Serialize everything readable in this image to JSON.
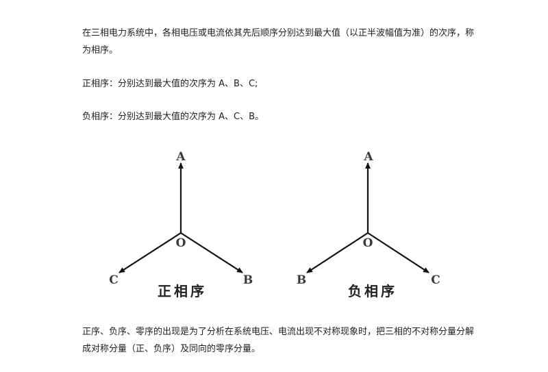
{
  "paragraphs": {
    "intro": "在三相电力系统中，各相电压或电流依其先后顺序分别达到最大值（以正半波幅值为准）的次序，称为相序。",
    "positive": "正相序：分别达到最大值的次序为 A、B、C;",
    "negative": "负相序：分别达到最大值的次序为 A、C、B。",
    "conclusion": "正序、负序、零序的出现是为了分析在系统电压、电流出现不对称现象时，把三相的不对称分量分解成对称分量（正、负序）及同向的零序分量。"
  },
  "diagrams": {
    "positive": {
      "caption": "正相序",
      "origin_label": "O",
      "top_label": "A",
      "left_label": "C",
      "right_label": "B"
    },
    "negative": {
      "caption": "负相序",
      "origin_label": "O",
      "top_label": "A",
      "left_label": "B",
      "right_label": "C"
    }
  },
  "colors": {
    "vector": "#111111",
    "label": "#3a3a3a",
    "text": "#1e1e1e"
  }
}
